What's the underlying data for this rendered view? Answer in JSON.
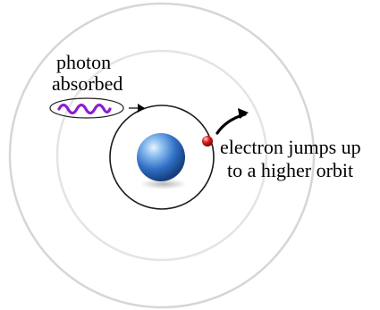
{
  "labels": {
    "photon_line1": "photon",
    "photon_line2": "absorbed",
    "electron_line1": "electron jumps up",
    "electron_line2": "to a higher orbit"
  },
  "colors": {
    "outer_orbit": "#d6d6d6",
    "middle_orbit": "#e4e4e4",
    "inner_orbit": "#1a1a1a",
    "nucleus": "#2f6fc4",
    "electron": "#d11a1a",
    "photon_wave": "#8a1fd1",
    "arrow": "#000000"
  },
  "icons": {
    "nucleus": "nucleus-sphere",
    "electron": "electron-dot",
    "photon": "photon-wave"
  }
}
